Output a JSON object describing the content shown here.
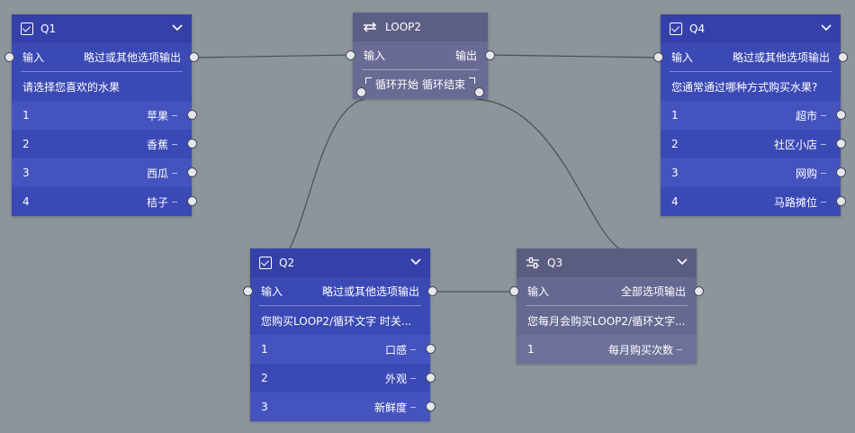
{
  "q1": {
    "title": "Q1",
    "input": "输入",
    "output": "略过或其他选项输出",
    "question": "请选择您喜欢的水果",
    "options": [
      {
        "n": "1",
        "label": "苹果"
      },
      {
        "n": "2",
        "label": "香蕉"
      },
      {
        "n": "3",
        "label": "西瓜"
      },
      {
        "n": "4",
        "label": "桔子"
      }
    ]
  },
  "loop2": {
    "title": "LOOP2",
    "input": "输入",
    "output": "输出",
    "loop_start": "循环开始",
    "loop_end": "循环结束"
  },
  "q4": {
    "title": "Q4",
    "input": "输入",
    "output": "略过或其他选项输出",
    "question": "您通常通过哪种方式购买水果?",
    "options": [
      {
        "n": "1",
        "label": "超市"
      },
      {
        "n": "2",
        "label": "社区小店"
      },
      {
        "n": "3",
        "label": "网购"
      },
      {
        "n": "4",
        "label": "马路摊位"
      }
    ]
  },
  "q2": {
    "title": "Q2",
    "input": "输入",
    "output": "略过或其他选项输出",
    "question": "您购买LOOP2/循环文字 时关...",
    "options": [
      {
        "n": "1",
        "label": "口感"
      },
      {
        "n": "2",
        "label": "外观"
      },
      {
        "n": "3",
        "label": "新鲜度"
      }
    ]
  },
  "q3": {
    "title": "Q3",
    "input": "输入",
    "output": "全部选项输出",
    "question": "您每月会购买LOOP2/循环文字...",
    "options": [
      {
        "n": "1",
        "label": "每月购买次数"
      }
    ]
  },
  "colors": {
    "canvas": "#8c959a",
    "choice_node": "#3b49b5",
    "slider_node": "#656890",
    "loop_node": "#6a6b95",
    "wire": "#4a4f5a"
  },
  "icons": {
    "choice": "checkbox-icon",
    "loop": "loop-arrows-icon",
    "slider": "slider-icon",
    "collapse": "chevron-down-icon"
  }
}
